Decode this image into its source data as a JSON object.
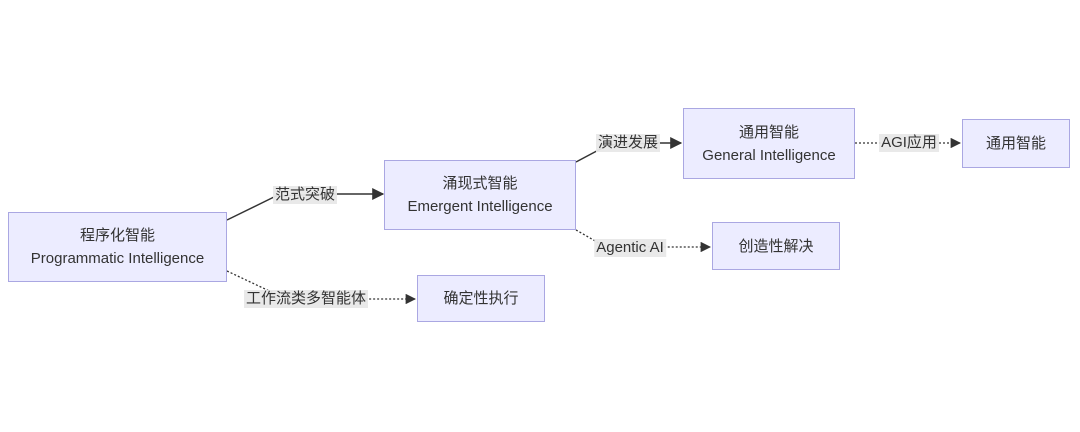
{
  "diagram": {
    "type": "flowchart-left-to-right",
    "colors": {
      "background": "#ffffff",
      "node_fill": "#ECECFF",
      "node_border": "#aaa7e2",
      "text": "#333333",
      "edge_line": "#333333",
      "edge_label_bg": "#e8e8e8"
    },
    "nodes": [
      {
        "id": "programmatic",
        "title": "程序化智能",
        "subtitle": "Programmatic Intelligence"
      },
      {
        "id": "emergent",
        "title": "涌现式智能",
        "subtitle": "Emergent Intelligence"
      },
      {
        "id": "general",
        "title": "通用智能",
        "subtitle": "General Intelligence"
      },
      {
        "id": "general_end",
        "title": "通用智能"
      },
      {
        "id": "creative",
        "title": "创造性解决"
      },
      {
        "id": "deterministic",
        "title": "确定性执行"
      }
    ],
    "edges": [
      {
        "from": "programmatic",
        "to": "emergent",
        "label": "范式突破",
        "style": "solid"
      },
      {
        "from": "emergent",
        "to": "general",
        "label": "演进发展",
        "style": "solid"
      },
      {
        "from": "general",
        "to": "general_end",
        "label": "AGI应用",
        "style": "dotted"
      },
      {
        "from": "emergent",
        "to": "creative",
        "label": "Agentic AI",
        "style": "dotted"
      },
      {
        "from": "programmatic",
        "to": "deterministic",
        "label": "工作流类多智能体",
        "style": "dotted"
      }
    ]
  }
}
